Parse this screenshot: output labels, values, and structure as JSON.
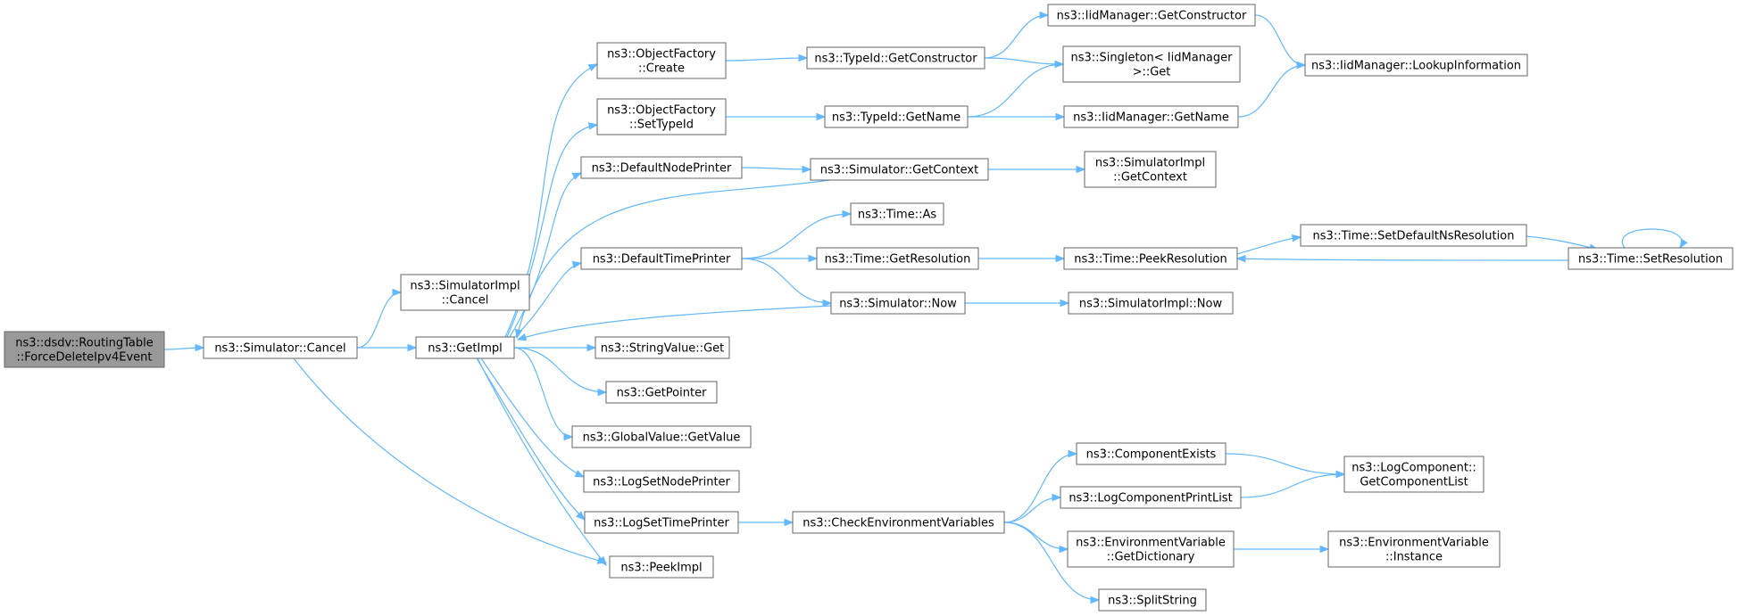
{
  "graph": {
    "edge_color": "#63b8ff",
    "root_fill": "#999999",
    "nodes": [
      {
        "id": "root",
        "lines": [
          "ns3::dsdv::RoutingTable",
          "::ForceDeleteIpv4Event"
        ],
        "root": true
      },
      {
        "id": "sim_cancel",
        "lines": [
          "ns3::Simulator::Cancel"
        ]
      },
      {
        "id": "simimpl_cancel",
        "lines": [
          "ns3::SimulatorImpl",
          "::Cancel"
        ]
      },
      {
        "id": "getimpl",
        "lines": [
          "ns3::GetImpl"
        ]
      },
      {
        "id": "of_create",
        "lines": [
          "ns3::ObjectFactory",
          "::Create"
        ]
      },
      {
        "id": "of_settypeid",
        "lines": [
          "ns3::ObjectFactory",
          "::SetTypeId"
        ]
      },
      {
        "id": "defnodeprinter",
        "lines": [
          "ns3::DefaultNodePrinter"
        ]
      },
      {
        "id": "deftimeprinter",
        "lines": [
          "ns3::DefaultTimePrinter"
        ]
      },
      {
        "id": "strval_get",
        "lines": [
          "ns3::StringValue::Get"
        ]
      },
      {
        "id": "getpointer",
        "lines": [
          "ns3::GetPointer"
        ]
      },
      {
        "id": "gv_getvalue",
        "lines": [
          "ns3::GlobalValue::GetValue"
        ]
      },
      {
        "id": "logsetnodeprinter",
        "lines": [
          "ns3::LogSetNodePrinter"
        ]
      },
      {
        "id": "logsettimeprinter",
        "lines": [
          "ns3::LogSetTimePrinter"
        ]
      },
      {
        "id": "peekimpl",
        "lines": [
          "ns3::PeekImpl"
        ]
      },
      {
        "id": "typeid_getctor",
        "lines": [
          "ns3::TypeId::GetConstructor"
        ]
      },
      {
        "id": "typeid_getname",
        "lines": [
          "ns3::TypeId::GetName"
        ]
      },
      {
        "id": "sim_getcontext",
        "lines": [
          "ns3::Simulator::GetContext"
        ]
      },
      {
        "id": "time_as",
        "lines": [
          "ns3::Time::As"
        ]
      },
      {
        "id": "time_getres",
        "lines": [
          "ns3::Time::GetResolution"
        ]
      },
      {
        "id": "sim_now",
        "lines": [
          "ns3::Simulator::Now"
        ]
      },
      {
        "id": "checkenv",
        "lines": [
          "ns3::CheckEnvironmentVariables"
        ]
      },
      {
        "id": "iid_getctor",
        "lines": [
          "ns3::IidManager::GetConstructor"
        ]
      },
      {
        "id": "singleton_get",
        "lines": [
          "ns3::Singleton< IidManager",
          ">::Get"
        ]
      },
      {
        "id": "iid_getname",
        "lines": [
          "ns3::IidManager::GetName"
        ]
      },
      {
        "id": "simimpl_getcontext",
        "lines": [
          "ns3::SimulatorImpl",
          "::GetContext"
        ]
      },
      {
        "id": "time_peekres",
        "lines": [
          "ns3::Time::PeekResolution"
        ]
      },
      {
        "id": "simimpl_now",
        "lines": [
          "ns3::SimulatorImpl::Now"
        ]
      },
      {
        "id": "compexists",
        "lines": [
          "ns3::ComponentExists"
        ]
      },
      {
        "id": "logcompprintlist",
        "lines": [
          "ns3::LogComponentPrintList"
        ]
      },
      {
        "id": "envvar_getdict",
        "lines": [
          "ns3::EnvironmentVariable",
          "::GetDictionary"
        ]
      },
      {
        "id": "splitstring",
        "lines": [
          "ns3::SplitString"
        ]
      },
      {
        "id": "iid_lookupinfo",
        "lines": [
          "ns3::IidManager::LookupInformation"
        ]
      },
      {
        "id": "time_setdefnsres",
        "lines": [
          "ns3::Time::SetDefaultNsResolution"
        ]
      },
      {
        "id": "logcomp_getlist",
        "lines": [
          "ns3::LogComponent::",
          "GetComponentList"
        ]
      },
      {
        "id": "envvar_instance",
        "lines": [
          "ns3::EnvironmentVariable",
          "::Instance"
        ]
      },
      {
        "id": "time_setres",
        "lines": [
          "ns3::Time::SetResolution"
        ]
      }
    ],
    "edges": [
      [
        "root",
        "sim_cancel"
      ],
      [
        "sim_cancel",
        "simimpl_cancel"
      ],
      [
        "sim_cancel",
        "getimpl"
      ],
      [
        "sim_cancel",
        "peekimpl"
      ],
      [
        "getimpl",
        "of_create"
      ],
      [
        "getimpl",
        "of_settypeid"
      ],
      [
        "getimpl",
        "defnodeprinter"
      ],
      [
        "getimpl",
        "deftimeprinter"
      ],
      [
        "getimpl",
        "strval_get"
      ],
      [
        "getimpl",
        "getpointer"
      ],
      [
        "getimpl",
        "gv_getvalue"
      ],
      [
        "getimpl",
        "logsetnodeprinter"
      ],
      [
        "getimpl",
        "logsettimeprinter"
      ],
      [
        "getimpl",
        "peekimpl"
      ],
      [
        "sim_getcontext",
        "getimpl"
      ],
      [
        "sim_now",
        "getimpl"
      ],
      [
        "of_create",
        "typeid_getctor"
      ],
      [
        "of_settypeid",
        "typeid_getname"
      ],
      [
        "defnodeprinter",
        "sim_getcontext"
      ],
      [
        "deftimeprinter",
        "time_as"
      ],
      [
        "deftimeprinter",
        "time_getres"
      ],
      [
        "deftimeprinter",
        "sim_now"
      ],
      [
        "logsettimeprinter",
        "checkenv"
      ],
      [
        "typeid_getctor",
        "iid_getctor"
      ],
      [
        "typeid_getctor",
        "singleton_get"
      ],
      [
        "typeid_getname",
        "singleton_get"
      ],
      [
        "typeid_getname",
        "iid_getname"
      ],
      [
        "sim_getcontext",
        "simimpl_getcontext"
      ],
      [
        "time_getres",
        "time_peekres"
      ],
      [
        "sim_now",
        "simimpl_now"
      ],
      [
        "checkenv",
        "compexists"
      ],
      [
        "checkenv",
        "logcompprintlist"
      ],
      [
        "checkenv",
        "envvar_getdict"
      ],
      [
        "checkenv",
        "splitstring"
      ],
      [
        "iid_getctor",
        "iid_lookupinfo"
      ],
      [
        "iid_getname",
        "iid_lookupinfo"
      ],
      [
        "time_peekres",
        "time_setdefnsres"
      ],
      [
        "time_setres",
        "time_peekres"
      ],
      [
        "time_setdefnsres",
        "time_setres"
      ],
      [
        "time_setres",
        "time_setres"
      ],
      [
        "compexists",
        "logcomp_getlist"
      ],
      [
        "logcompprintlist",
        "logcomp_getlist"
      ],
      [
        "envvar_getdict",
        "envvar_instance"
      ]
    ]
  }
}
